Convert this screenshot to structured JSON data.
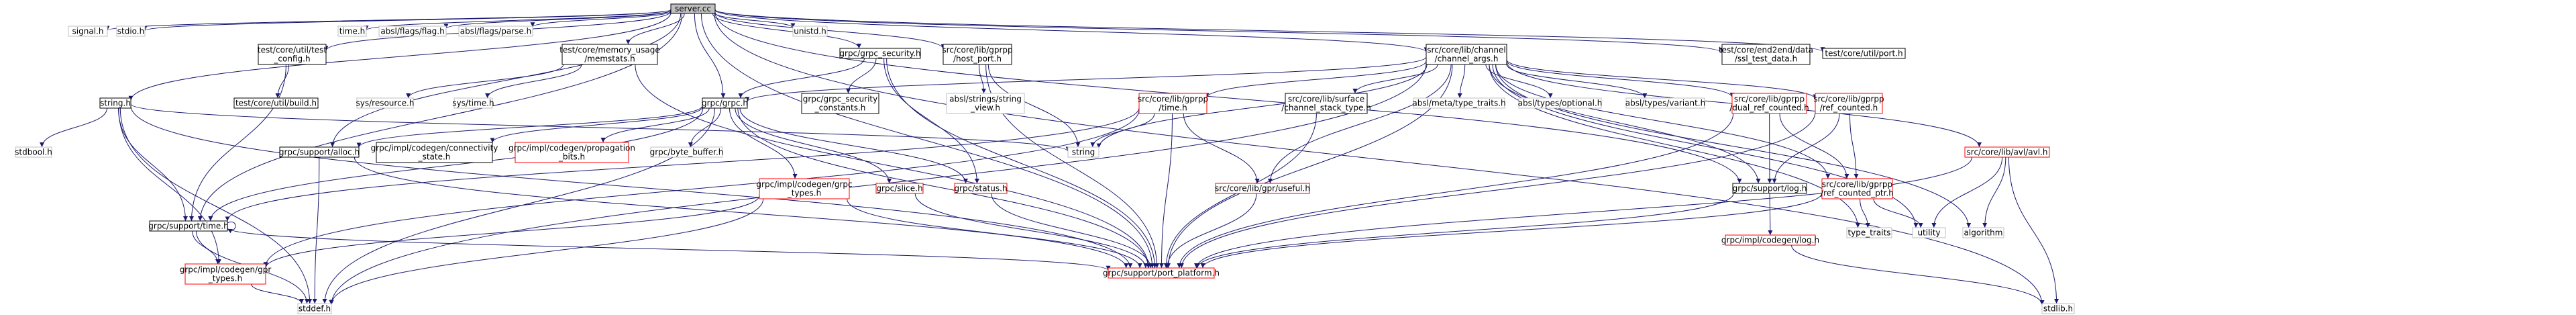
{
  "graph": {
    "colors": {
      "edge": "#191970",
      "box_border_normal": "#000000",
      "box_border_missing": "#bfbfbf",
      "box_border_cycle": "#ff0000",
      "root_fill": "#bfbfbf"
    },
    "nodes": [
      {
        "id": "server-cc",
        "lines": [
          "server.cc"
        ],
        "style": "root"
      },
      {
        "id": "signal-h",
        "lines": [
          "signal.h"
        ],
        "style": "missing"
      },
      {
        "id": "stdio-h",
        "lines": [
          "stdio.h"
        ],
        "style": "missing"
      },
      {
        "id": "string-h",
        "lines": [
          "string.h"
        ],
        "style": "normal"
      },
      {
        "id": "grpc-support-time-h",
        "lines": [
          "grpc/support/time.h"
        ],
        "style": "normal"
      },
      {
        "id": "test-core-util-test-config-h",
        "lines": [
          "test/core/util/test",
          "_config.h"
        ],
        "style": "normal"
      },
      {
        "id": "time-h",
        "lines": [
          "time.h"
        ],
        "style": "missing"
      },
      {
        "id": "absl-flags-flag-h",
        "lines": [
          "absl/flags/flag.h"
        ],
        "style": "missing"
      },
      {
        "id": "absl-flags-parse-h",
        "lines": [
          "absl/flags/parse.h"
        ],
        "style": "missing"
      },
      {
        "id": "test-core-memory-usage-memstats-h",
        "lines": [
          "test/core/memory_usage",
          "/memstats.h"
        ],
        "style": "normal"
      },
      {
        "id": "grpc-grpc-h",
        "lines": [
          "grpc/grpc.h"
        ],
        "style": "normal"
      },
      {
        "id": "unistd-h",
        "lines": [
          "unistd.h"
        ],
        "style": "missing"
      },
      {
        "id": "grpc-grpc-security-h",
        "lines": [
          "grpc/grpc_security.h"
        ],
        "style": "normal"
      },
      {
        "id": "src-core-lib-gprpp-host-port-h",
        "lines": [
          "src/core/lib/gprpp",
          "/host_port.h"
        ],
        "style": "normal"
      },
      {
        "id": "src-core-lib-channel-channel-args-h",
        "lines": [
          "src/core/lib/channel",
          "/channel_args.h"
        ],
        "style": "normal"
      },
      {
        "id": "test-core-end2end-data-ssl-test-data-h",
        "lines": [
          "test/core/end2end/data",
          "/ssl_test_data.h"
        ],
        "style": "normal"
      },
      {
        "id": "test-core-util-port-h",
        "lines": [
          "test/core/util/port.h"
        ],
        "style": "normal"
      },
      {
        "id": "stdbool-h",
        "lines": [
          "stdbool.h"
        ],
        "style": "missing"
      },
      {
        "id": "test-core-util-build-h",
        "lines": [
          "test/core/util/build.h"
        ],
        "style": "normal"
      },
      {
        "id": "sys-resource-h",
        "lines": [
          "sys/resource.h"
        ],
        "style": "missing"
      },
      {
        "id": "sys-time-h",
        "lines": [
          "sys/time.h"
        ],
        "style": "missing"
      },
      {
        "id": "grpc-grpc-security-constants-h",
        "lines": [
          "grpc/grpc_security",
          "_constants.h"
        ],
        "style": "normal"
      },
      {
        "id": "absl-strings-string-view-h",
        "lines": [
          "absl/strings/string",
          "_view.h"
        ],
        "style": "missing"
      },
      {
        "id": "src-core-lib-gprpp-time-h",
        "lines": [
          "src/core/lib/gprpp",
          "/time.h"
        ],
        "style": "cycle"
      },
      {
        "id": "src-core-lib-surface-channel-stack-type-h",
        "lines": [
          "src/core/lib/surface",
          "/channel_stack_type.h"
        ],
        "style": "normal"
      },
      {
        "id": "absl-meta-type-traits-h",
        "lines": [
          "absl/meta/type_traits.h"
        ],
        "style": "missing"
      },
      {
        "id": "absl-types-optional-h",
        "lines": [
          "absl/types/optional.h"
        ],
        "style": "missing"
      },
      {
        "id": "absl-types-variant-h",
        "lines": [
          "absl/types/variant.h"
        ],
        "style": "missing"
      },
      {
        "id": "src-core-lib-gprpp-dual-ref-counted-h",
        "lines": [
          "src/core/lib/gprpp",
          "/dual_ref_counted.h"
        ],
        "style": "cycle"
      },
      {
        "id": "src-core-lib-gprpp-ref-counted-h",
        "lines": [
          "src/core/lib/gprpp",
          "/ref_counted.h"
        ],
        "style": "cycle"
      },
      {
        "id": "src-core-lib-avl-avl-h",
        "lines": [
          "src/core/lib/avl/avl.h"
        ],
        "style": "cycle"
      },
      {
        "id": "grpc-support-alloc-h",
        "lines": [
          "grpc/support/alloc.h"
        ],
        "style": "normal"
      },
      {
        "id": "grpc-impl-codegen-connectivity-state-h",
        "lines": [
          "grpc/impl/codegen/connectivity",
          "_state.h"
        ],
        "style": "normal"
      },
      {
        "id": "grpc-impl-codegen-propagation-bits-h",
        "lines": [
          "grpc/impl/codegen/propagation",
          "_bits.h"
        ],
        "style": "cycle"
      },
      {
        "id": "grpc-byte-buffer-h",
        "lines": [
          "grpc/byte_buffer.h"
        ],
        "style": "missing"
      },
      {
        "id": "grpc-impl-codegen-grpc-types-h",
        "lines": [
          "grpc/impl/codegen/grpc",
          "_types.h"
        ],
        "style": "cycle"
      },
      {
        "id": "grpc-slice-h",
        "lines": [
          "grpc/slice.h"
        ],
        "style": "cycle"
      },
      {
        "id": "grpc-status-h",
        "lines": [
          "grpc/status.h"
        ],
        "style": "cycle"
      },
      {
        "id": "string",
        "lines": [
          "string"
        ],
        "style": "missing"
      },
      {
        "id": "src-core-lib-gpr-useful-h",
        "lines": [
          "src/core/lib/gpr/useful.h"
        ],
        "style": "cycle"
      },
      {
        "id": "grpc-support-log-h",
        "lines": [
          "grpc/support/log.h"
        ],
        "style": "normal"
      },
      {
        "id": "src-core-lib-gprpp-ref-counted-ptr-h",
        "lines": [
          "src/core/lib/gprpp",
          "/ref_counted_ptr.h"
        ],
        "style": "cycle"
      },
      {
        "id": "utility",
        "lines": [
          "utility"
        ],
        "style": "missing"
      },
      {
        "id": "algorithm",
        "lines": [
          "algorithm"
        ],
        "style": "missing"
      },
      {
        "id": "grpc-impl-codegen-gpr-types-h",
        "lines": [
          "grpc/impl/codegen/gpr",
          "_types.h"
        ],
        "style": "cycle"
      },
      {
        "id": "grpc-support-port-platform-h",
        "lines": [
          "grpc/support/port_platform.h"
        ],
        "style": "cycle"
      },
      {
        "id": "grpc-impl-codegen-log-h",
        "lines": [
          "grpc/impl/codegen/log.h"
        ],
        "style": "cycle"
      },
      {
        "id": "type-traits",
        "lines": [
          "type_traits"
        ],
        "style": "missing"
      },
      {
        "id": "stddef-h",
        "lines": [
          "stddef.h"
        ],
        "style": "missing"
      },
      {
        "id": "stdlib-h",
        "lines": [
          "stdlib.h"
        ],
        "style": "missing"
      }
    ],
    "edges": [
      [
        "server-cc",
        "signal-h"
      ],
      [
        "server-cc",
        "stdio-h"
      ],
      [
        "server-cc",
        "string-h"
      ],
      [
        "server-cc",
        "grpc-support-time-h"
      ],
      [
        "server-cc",
        "test-core-util-test-config-h"
      ],
      [
        "server-cc",
        "time-h"
      ],
      [
        "server-cc",
        "absl-flags-flag-h"
      ],
      [
        "server-cc",
        "absl-flags-parse-h"
      ],
      [
        "server-cc",
        "test-core-memory-usage-memstats-h"
      ],
      [
        "server-cc",
        "grpc-grpc-h"
      ],
      [
        "server-cc",
        "unistd-h"
      ],
      [
        "server-cc",
        "grpc-grpc-security-h"
      ],
      [
        "server-cc",
        "src-core-lib-gprpp-host-port-h"
      ],
      [
        "server-cc",
        "src-core-lib-channel-channel-args-h"
      ],
      [
        "server-cc",
        "test-core-end2end-data-ssl-test-data-h"
      ],
      [
        "server-cc",
        "test-core-util-port-h"
      ],
      [
        "server-cc",
        "grpc-support-alloc-h"
      ],
      [
        "server-cc",
        "grpc-support-log-h"
      ],
      [
        "server-cc",
        "stdlib-h"
      ],
      [
        "server-cc",
        "grpc-support-port-platform-h"
      ],
      [
        "string-h",
        "stdbool-h"
      ],
      [
        "string-h",
        "grpc-support-time-h"
      ],
      [
        "string-h",
        "string"
      ],
      [
        "string-h",
        "grpc-impl-codegen-gpr-types-h"
      ],
      [
        "string-h",
        "grpc-support-port-platform-h"
      ],
      [
        "string-h",
        "stddef-h"
      ],
      [
        "grpc-support-time-h",
        "grpc-support-time-h"
      ],
      [
        "grpc-support-time-h",
        "grpc-impl-codegen-gpr-types-h"
      ],
      [
        "grpc-support-time-h",
        "grpc-support-port-platform-h"
      ],
      [
        "grpc-support-time-h",
        "stddef-h"
      ],
      [
        "test-core-util-test-config-h",
        "test-core-util-build-h"
      ],
      [
        "test-core-util-test-config-h",
        "grpc-support-time-h"
      ],
      [
        "test-core-memory-usage-memstats-h",
        "sys-resource-h"
      ],
      [
        "test-core-memory-usage-memstats-h",
        "sys-time-h"
      ],
      [
        "test-core-memory-usage-memstats-h",
        "grpc-support-port-platform-h"
      ],
      [
        "grpc-grpc-h",
        "grpc-support-time-h"
      ],
      [
        "grpc-grpc-h",
        "grpc-support-alloc-h"
      ],
      [
        "grpc-grpc-h",
        "grpc-impl-codegen-connectivity-state-h"
      ],
      [
        "grpc-grpc-h",
        "grpc-impl-codegen-propagation-bits-h"
      ],
      [
        "grpc-grpc-h",
        "grpc-byte-buffer-h"
      ],
      [
        "grpc-grpc-h",
        "grpc-impl-codegen-grpc-types-h"
      ],
      [
        "grpc-grpc-h",
        "grpc-slice-h"
      ],
      [
        "grpc-grpc-h",
        "grpc-status-h"
      ],
      [
        "grpc-grpc-h",
        "grpc-support-port-platform-h"
      ],
      [
        "grpc-grpc-h",
        "stddef-h"
      ],
      [
        "grpc-grpc-security-h",
        "grpc-grpc-h"
      ],
      [
        "grpc-grpc-security-h",
        "grpc-grpc-security-constants-h"
      ],
      [
        "grpc-grpc-security-h",
        "grpc-status-h"
      ],
      [
        "grpc-grpc-security-h",
        "grpc-support-port-platform-h"
      ],
      [
        "src-core-lib-gprpp-host-port-h",
        "absl-strings-string-view-h"
      ],
      [
        "src-core-lib-gprpp-host-port-h",
        "string"
      ],
      [
        "src-core-lib-gprpp-host-port-h",
        "grpc-support-port-platform-h"
      ],
      [
        "src-core-lib-channel-channel-args-h",
        "src-core-lib-gprpp-time-h"
      ],
      [
        "src-core-lib-channel-channel-args-h",
        "src-core-lib-surface-channel-stack-type-h"
      ],
      [
        "src-core-lib-channel-channel-args-h",
        "absl-meta-type-traits-h"
      ],
      [
        "src-core-lib-channel-channel-args-h",
        "absl-types-optional-h"
      ],
      [
        "src-core-lib-channel-channel-args-h",
        "absl-types-variant-h"
      ],
      [
        "src-core-lib-channel-channel-args-h",
        "src-core-lib-gprpp-dual-ref-counted-h"
      ],
      [
        "src-core-lib-channel-channel-args-h",
        "src-core-lib-gprpp-ref-counted-h"
      ],
      [
        "src-core-lib-channel-channel-args-h",
        "src-core-lib-avl-avl-h"
      ],
      [
        "src-core-lib-channel-channel-args-h",
        "src-core-lib-gpr-useful-h"
      ],
      [
        "src-core-lib-channel-channel-args-h",
        "string"
      ],
      [
        "src-core-lib-channel-channel-args-h",
        "grpc-grpc-h"
      ],
      [
        "src-core-lib-channel-channel-args-h",
        "grpc-support-log-h"
      ],
      [
        "src-core-lib-channel-channel-args-h",
        "src-core-lib-gprpp-ref-counted-ptr-h"
      ],
      [
        "src-core-lib-channel-channel-args-h",
        "utility"
      ],
      [
        "src-core-lib-channel-channel-args-h",
        "algorithm"
      ],
      [
        "src-core-lib-channel-channel-args-h",
        "type-traits"
      ],
      [
        "src-core-lib-channel-channel-args-h",
        "grpc-support-port-platform-h"
      ],
      [
        "src-core-lib-channel-channel-args-h",
        "stddef-h"
      ],
      [
        "src-core-lib-gprpp-time-h",
        "grpc-support-time-h"
      ],
      [
        "src-core-lib-gprpp-time-h",
        "string"
      ],
      [
        "src-core-lib-gprpp-time-h",
        "src-core-lib-gpr-useful-h"
      ],
      [
        "src-core-lib-gprpp-time-h",
        "grpc-impl-codegen-gpr-types-h"
      ],
      [
        "src-core-lib-gprpp-time-h",
        "grpc-support-port-platform-h"
      ],
      [
        "src-core-lib-surface-channel-stack-type-h",
        "grpc-support-port-platform-h"
      ],
      [
        "src-core-lib-gprpp-dual-ref-counted-h",
        "grpc-support-log-h"
      ],
      [
        "src-core-lib-gprpp-dual-ref-counted-h",
        "src-core-lib-gprpp-ref-counted-ptr-h"
      ],
      [
        "src-core-lib-gprpp-dual-ref-counted-h",
        "grpc-support-port-platform-h"
      ],
      [
        "src-core-lib-gprpp-ref-counted-h",
        "grpc-support-log-h"
      ],
      [
        "src-core-lib-gprpp-ref-counted-h",
        "src-core-lib-gprpp-ref-counted-ptr-h"
      ],
      [
        "src-core-lib-gprpp-ref-counted-h",
        "grpc-support-port-platform-h"
      ],
      [
        "src-core-lib-avl-avl-h",
        "utility"
      ],
      [
        "src-core-lib-avl-avl-h",
        "algorithm"
      ],
      [
        "src-core-lib-avl-avl-h",
        "stdlib-h"
      ],
      [
        "src-core-lib-avl-avl-h",
        "grpc-support-port-platform-h"
      ],
      [
        "grpc-support-alloc-h",
        "stddef-h"
      ],
      [
        "grpc-support-alloc-h",
        "grpc-support-port-platform-h"
      ],
      [
        "grpc-impl-codegen-grpc-types-h",
        "grpc-impl-codegen-gpr-types-h"
      ],
      [
        "grpc-impl-codegen-grpc-types-h",
        "stddef-h"
      ],
      [
        "grpc-impl-codegen-grpc-types-h",
        "grpc-support-port-platform-h"
      ],
      [
        "grpc-slice-h",
        "grpc-support-port-platform-h"
      ],
      [
        "grpc-status-h",
        "grpc-support-port-platform-h"
      ],
      [
        "src-core-lib-gpr-useful-h",
        "grpc-support-port-platform-h"
      ],
      [
        "grpc-support-log-h",
        "grpc-impl-codegen-log-h"
      ],
      [
        "grpc-support-log-h",
        "grpc-support-port-platform-h"
      ],
      [
        "src-core-lib-gprpp-ref-counted-ptr-h",
        "type-traits"
      ],
      [
        "src-core-lib-gprpp-ref-counted-ptr-h",
        "utility"
      ],
      [
        "src-core-lib-gprpp-ref-counted-ptr-h",
        "grpc-support-port-platform-h"
      ],
      [
        "grpc-impl-codegen-gpr-types-h",
        "stddef-h"
      ],
      [
        "grpc-impl-codegen-log-h",
        "stdlib-h"
      ]
    ]
  }
}
